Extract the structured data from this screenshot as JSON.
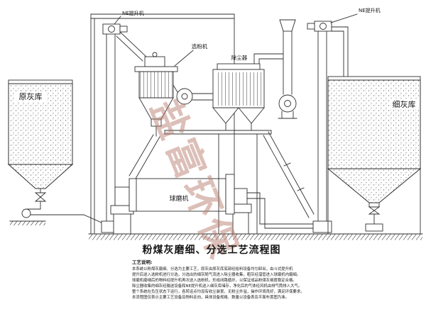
{
  "title": "粉煤灰磨细、分选工艺流程图",
  "watermark": "盐富环保",
  "labels": {
    "raw_ash_silo": "原灰库",
    "fine_ash_silo": "细灰库",
    "elevator_left": "NE提升机",
    "elevator_right": "NE提升机",
    "separator": "选粉机",
    "dust_collector": "除尘器",
    "ball_mill": "球磨机"
  },
  "notes": {
    "heading": "工艺说明:",
    "lines": [
      "本系统以粉煤灰磨细、分选为主要工艺，原灰由原灰库底部经给料设备均匀卸出，由斗式提升机",
      "提升后送入选粉机进行分选，分选出的细灰随气流进入除尘器收集，粗灰经溜管进入球磨机内磨细。",
      "球磨机磨细后的物料经提升机再次送入选粉机，形成闭路循环，以保证成品粉煤灰细度稳定合格。",
      "除尘器收集的细灰经输送设备和NE提升机送入细灰库储存，净化后的气体经风机由排气筒排入大气。",
      "整个系统在负压状态下运行，各转运点均设有收尘装置，无粉尘外溢，操作环境良好，满足环保要求。",
      "本流程图仅表示主要工艺设备及物料走向，具体设备规格、数量以设备表及平面布置图为准。"
    ]
  }
}
